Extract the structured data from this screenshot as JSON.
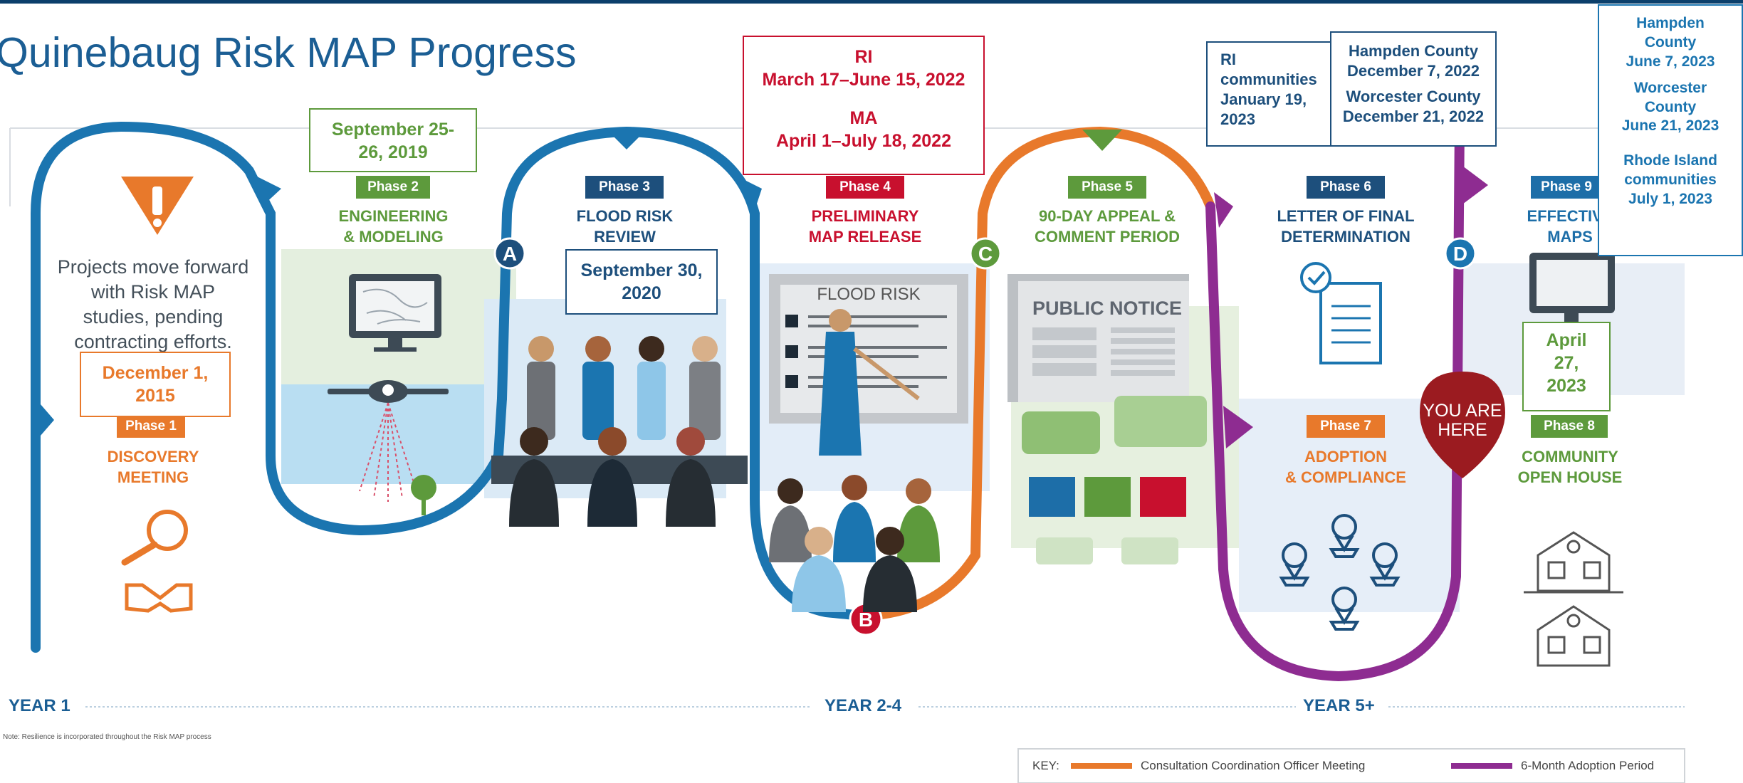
{
  "title": "Quinebaug Risk MAP Progress",
  "intro_text": [
    "Projects move forward",
    "with Risk MAP",
    "studies, pending",
    "contracting efforts."
  ],
  "phases": [
    {
      "tag": "Phase 1",
      "name": [
        "DISCOVERY",
        "MEETING"
      ],
      "color": "#e8792b"
    },
    {
      "tag": "Phase 2",
      "name": [
        "ENGINEERING",
        "& MODELING"
      ],
      "color": "#5d9a3c"
    },
    {
      "tag": "Phase 3",
      "name": [
        "FLOOD RISK",
        "REVIEW"
      ],
      "color": "#1d4f7c"
    },
    {
      "tag": "Phase 4",
      "name": [
        "PRELIMINARY",
        "MAP RELEASE"
      ],
      "color": "#c8102e"
    },
    {
      "tag": "Phase 5",
      "name": [
        "90-DAY APPEAL &",
        "COMMENT PERIOD"
      ],
      "color": "#5d9a3c"
    },
    {
      "tag": "Phase 6",
      "name": [
        "LETTER OF FINAL",
        "DETERMINATION"
      ],
      "color": "#1d4f7c"
    },
    {
      "tag": "Phase 7",
      "name": [
        "ADOPTION",
        "& COMPLIANCE"
      ],
      "color": "#e8792b"
    },
    {
      "tag": "Phase 8",
      "name": [
        "COMMUNITY",
        "OPEN HOUSE"
      ],
      "color": "#5d9a3c"
    },
    {
      "tag": "Phase 9",
      "name": [
        "EFFECTIVE",
        "MAPS"
      ],
      "color": "#1d6ea8"
    }
  ],
  "milestones": [
    "A",
    "B",
    "C",
    "D"
  ],
  "callouts": {
    "phase1_date": [
      "December 1,",
      "2015"
    ],
    "phase2_date": [
      "September 25-",
      "26, 2019"
    ],
    "phase3_date": [
      "September 30,",
      "2020"
    ],
    "phase4_ri_label": "RI",
    "phase4_ri_date": "March 17–June 15, 2022",
    "phase4_ma_label": "MA",
    "phase4_ma_date": "April 1–July 18, 2022",
    "phase5_ri": [
      "RI",
      "communities",
      "January 19,",
      "2023"
    ],
    "phase6_hampden": [
      "Hampden County",
      "December 7, 2022"
    ],
    "phase6_worcester": [
      "Worcester County",
      "December 21, 2022"
    ],
    "phase8_date": [
      "April",
      "27,",
      "2023"
    ],
    "phase9_hampden": [
      "Hampden",
      "County",
      "June 7, 2023"
    ],
    "phase9_worcester": [
      "Worcester",
      "County",
      "June 21, 2023"
    ],
    "phase9_ri": [
      "Rhode Island",
      "communities",
      "July 1, 2023"
    ]
  },
  "illustration_text": {
    "flood_risk": "FLOOD RISK",
    "public_notice": "PUBLIC NOTICE"
  },
  "you_are_here": [
    "YOU ARE",
    "HERE"
  ],
  "years": [
    "YEAR 1",
    "YEAR 2-4",
    "YEAR 5+"
  ],
  "note": "Note: Resilience is incorporated throughout the Risk MAP process",
  "key": {
    "label": "KEY:",
    "items": [
      {
        "label": "Consultation Coordination Officer Meeting",
        "color": "#e8792b"
      },
      {
        "label": "6-Month Adoption Period",
        "color": "#8e2c91"
      }
    ]
  },
  "colors": {
    "blue_path": "#1b75b0",
    "orange": "#e8792b",
    "purple": "#8e2c91",
    "green": "#5d9a3c",
    "red": "#c8102e",
    "navy": "#1d4f7c",
    "marker_red": "#9b1b20"
  }
}
